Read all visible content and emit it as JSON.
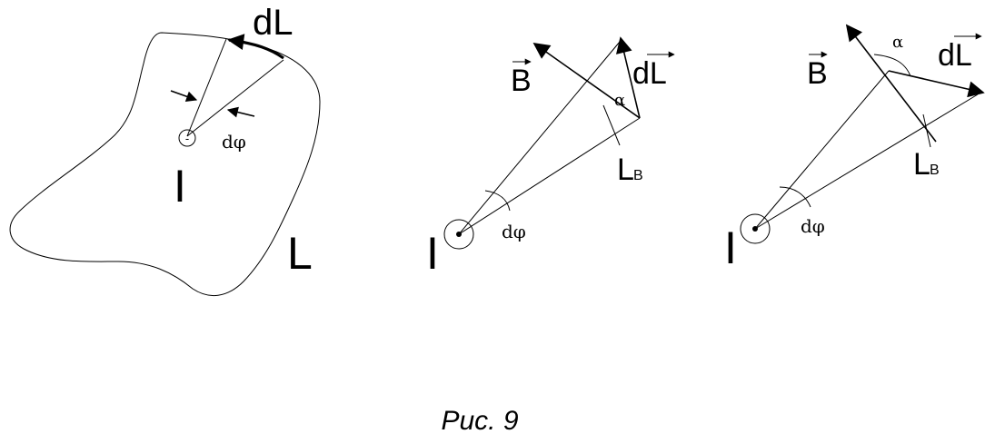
{
  "figure1": {
    "current_label": "I",
    "loop_label": "L",
    "element_label": "dL",
    "angle_label": "dφ",
    "current_direction_symbol": "-"
  },
  "figure2": {
    "current_label": "I",
    "field_label": "B",
    "element_label": "dL",
    "angle_label": "dφ",
    "alpha_label": "α",
    "projection_label_main": "L",
    "projection_label_sub": "B"
  },
  "figure3": {
    "current_label": "I",
    "field_label": "B",
    "element_label": "dL",
    "angle_label": "dφ",
    "alpha_label": "α",
    "projection_label_main": "L",
    "projection_label_sub": "B"
  },
  "caption": "Рис. 9"
}
